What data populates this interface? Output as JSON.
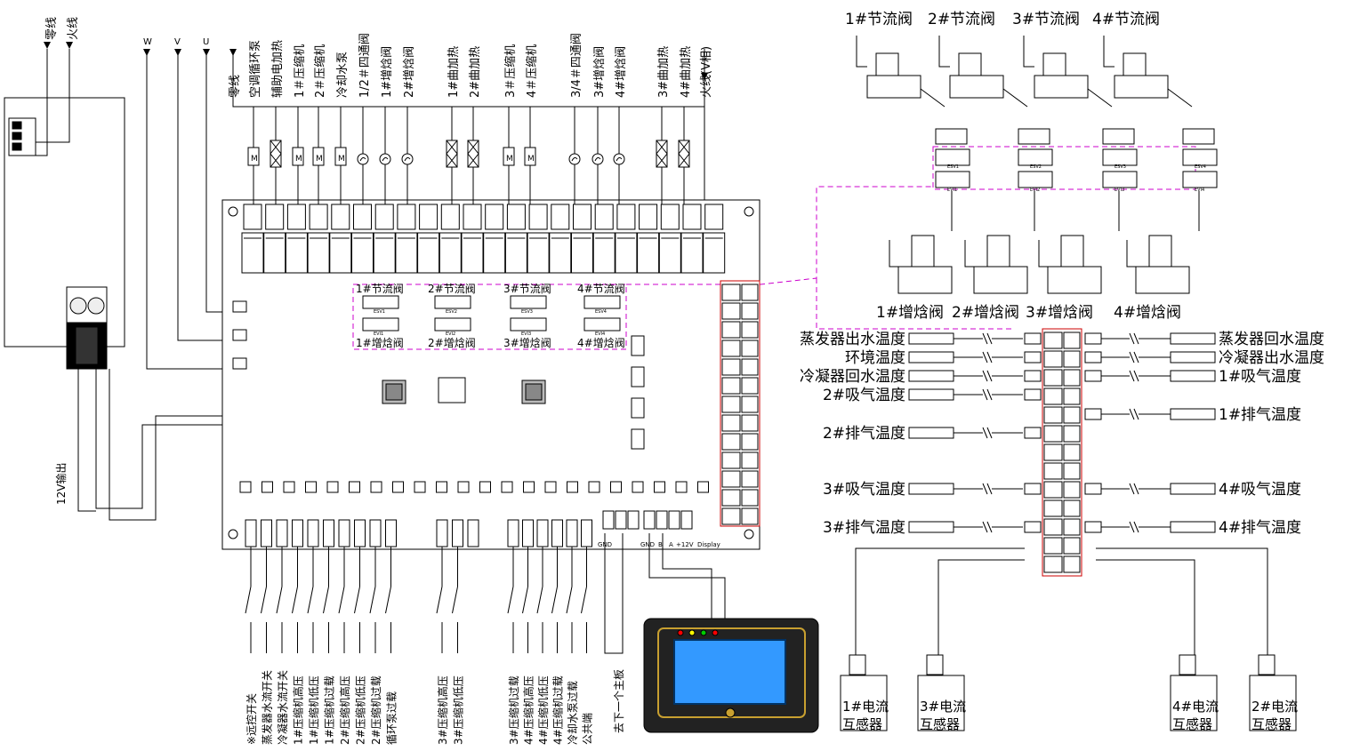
{
  "power": {
    "neutral": "零线",
    "live": "火线"
  },
  "phases": [
    "W",
    "V",
    "U"
  ],
  "top_loads": [
    "零线",
    "空调循环泵",
    "辅助电加热",
    "1＃压缩机",
    "2＃压缩机",
    "冷却水泵",
    "1/2＃四通阀",
    "1#增焓阀",
    "2#增焓阀",
    "1#曲加热",
    "2#曲加热",
    "3＃压缩机",
    "4＃压缩机",
    "3/4＃四通阀",
    "3#增焓阀",
    "4#增焓阀",
    "3#曲加热",
    "4#曲加热",
    "火线(V相)"
  ],
  "throttle_valves": [
    "1#节流阀",
    "2#节流阀",
    "3#节流阀",
    "4#节流阀"
  ],
  "enthalpy_valves": [
    "1#增焓阀",
    "2#增焓阀",
    "3#增焓阀",
    "4#增焓阀"
  ],
  "esv_labels": [
    "ESV1",
    "ESV2",
    "ESV3",
    "ESV4"
  ],
  "evi_labels": [
    "EVI1",
    "EVI2",
    "EVI3",
    "EVI4"
  ],
  "board_valves_top": [
    "1#节流阀",
    "2#节流阀",
    "3#节流阀",
    "4#节流阀"
  ],
  "board_valves_bottom": [
    "1#增焓阀",
    "2#增焓阀",
    "3#增焓阀",
    "4#增焓阀"
  ],
  "sensors_left": [
    "蒸发器出水温度",
    "环境温度",
    "冷凝器回水温度",
    "2#吸气温度",
    "2#排气温度",
    "3#吸气温度",
    "3#排气温度"
  ],
  "sensors_right": [
    "蒸发器回水温度",
    "冷凝器出水温度",
    "1#吸气温度",
    "1#排气温度",
    "4#吸气温度",
    "4#排气温度"
  ],
  "current_transformers": [
    {
      "id": "1#电流",
      "type": "互感器"
    },
    {
      "id": "3#电流",
      "type": "互感器"
    },
    {
      "id": "4#电流",
      "type": "互感器"
    },
    {
      "id": "2#电流",
      "type": "互感器"
    }
  ],
  "bottom_inputs_a": [
    "※远控开关",
    "蒸发器水流开关",
    "冷凝器水流开关",
    "1#压缩机高压",
    "1#压缩机低压",
    "1#压缩机过载",
    "2#压缩机高压",
    "2#压缩机低压",
    "2#压缩机过载",
    "循环泵过载"
  ],
  "bottom_inputs_b": [
    "3#压缩机高压",
    "3#压缩机低压"
  ],
  "bottom_inputs_c": [
    "3#压缩机过载",
    "4#压缩机高压",
    "4#压缩机低压",
    "4#压缩机过载",
    "冷却水泵过载",
    "公共端"
  ],
  "next_board": "去下一个主板",
  "output_12v": "12V输出",
  "terminal_labels": {
    "gnd": "GND",
    "b": "B",
    "a": "A",
    "v12": "+12V",
    "display": "Display"
  }
}
